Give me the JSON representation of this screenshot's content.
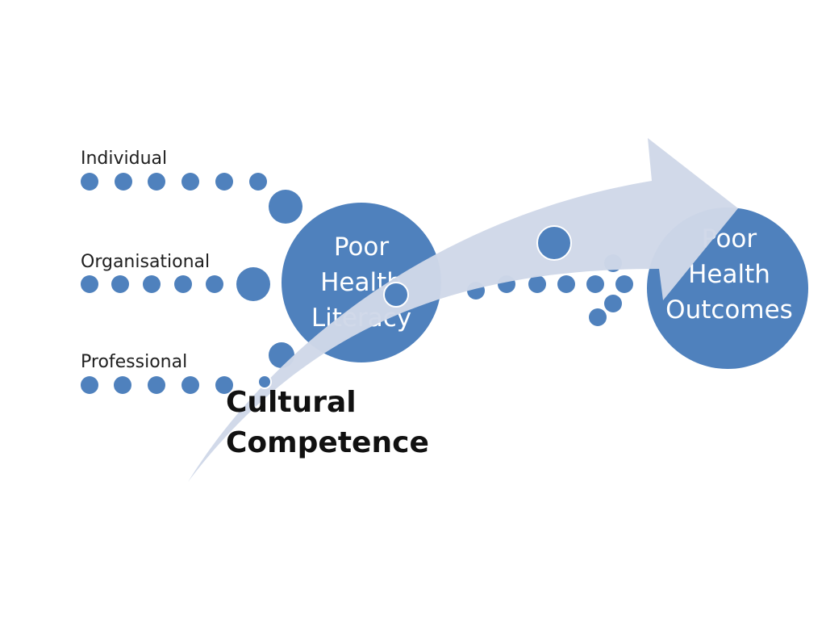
{
  "diagram": {
    "rows": [
      {
        "label": "Individual"
      },
      {
        "label": "Organisational"
      },
      {
        "label": "Professional"
      }
    ],
    "left_circle": {
      "lines": [
        "Poor",
        "Health",
        "Literacy"
      ]
    },
    "right_circle": {
      "lines": [
        "Poor",
        "Health",
        "Outcomes"
      ]
    },
    "arrow_label": {
      "lines": [
        "Cultural",
        "Competence"
      ]
    }
  },
  "colors": {
    "dot_blue": "#4f81bd",
    "circle_blue": "#4f81bd",
    "arrow_fill": "#d0d8e8",
    "label_text": "#1f1f1f",
    "circle_text": "#ffffff"
  }
}
